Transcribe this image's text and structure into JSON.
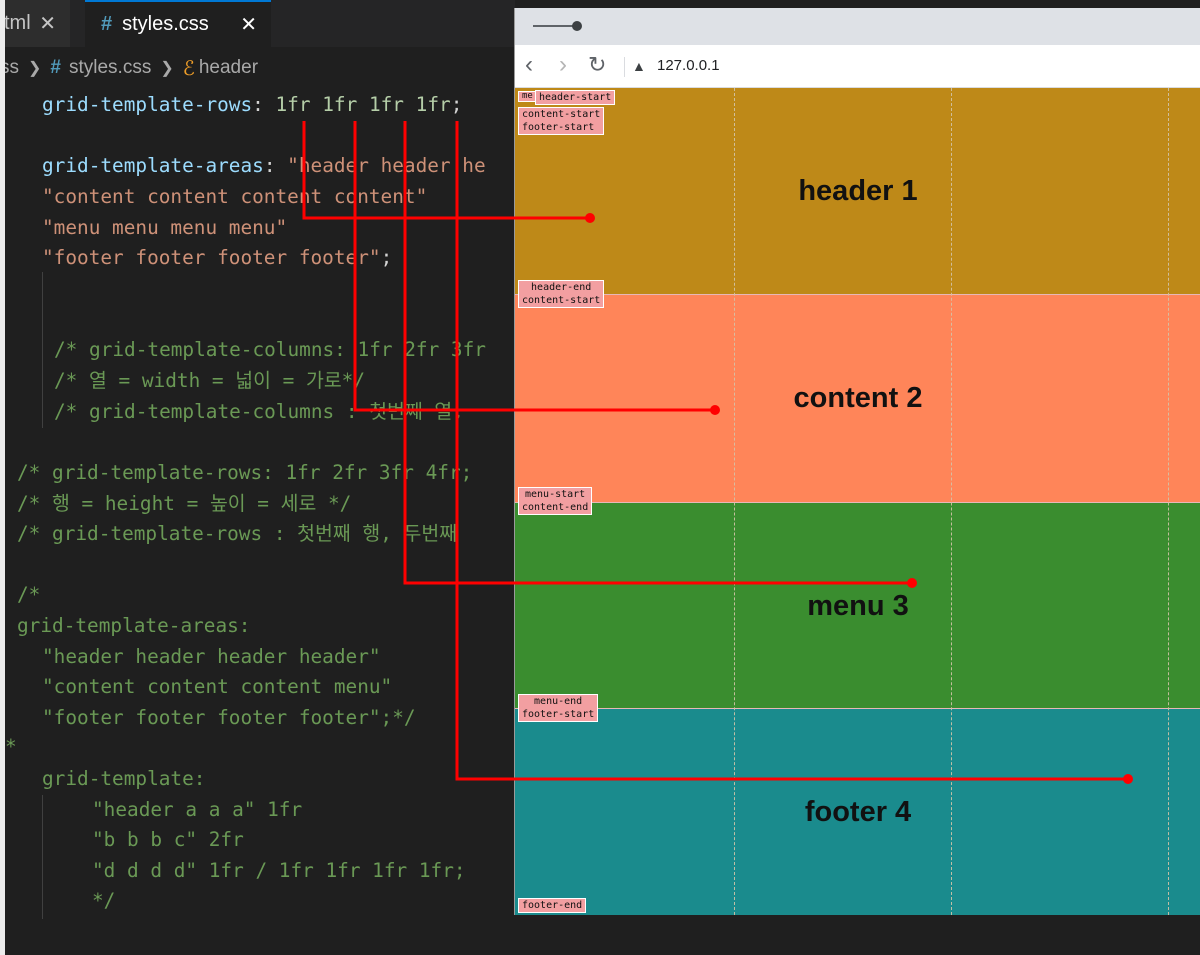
{
  "editor": {
    "tabs": [
      {
        "label": "tml",
        "close": "✕"
      },
      {
        "icon": "#",
        "label": "styles.css",
        "close": "✕"
      }
    ],
    "breadcrumb": {
      "first": "ss",
      "file_icon": "#",
      "file": "styles.css",
      "symbol": "header"
    },
    "code": {
      "l1": {
        "prop": "grid-template-rows",
        "colon": ": ",
        "v1": "1fr",
        "v2": "1fr",
        "v3": "1fr",
        "v4": "1fr",
        "end": ";"
      },
      "l2": {
        "prop": "grid-template-areas",
        "colon": ": ",
        "str": "\"header header he"
      },
      "l3": "\"content content content content\"",
      "l4": "\"menu menu menu menu\"",
      "l5": {
        "str": "\"footer footer footer footer\"",
        "end": ";"
      },
      "l6": "/* grid-template-columns: 1fr 2fr 3fr",
      "l7": "/* 열 = width = 넓이 = 가로*/",
      "l8": "/* grid-template-columns : 첫번째 열,",
      "l9": "/* grid-template-rows: 1fr 2fr 3fr 4fr;",
      "l10": "/* 행 = height = 높이 = 세로 */",
      "l11": "/* grid-template-rows : 첫번째 행, 두번째",
      "l12": "/*",
      "l13": "grid-template-areas:",
      "l14": "\"header header header header\"",
      "l15": "\"content content content menu\"",
      "l16": "\"footer footer footer footer\";*/",
      "l17": "*",
      "l18": "grid-template:",
      "l19": "\"header a a a\" 1fr",
      "l20": "\"b b b c\" 2fr",
      "l21": "\"d d d d\" 1fr / 1fr 1fr 1fr 1fr;",
      "l22": "*/"
    }
  },
  "browser": {
    "url": "127.0.0.1",
    "nav_icons": [
      "back-icon",
      "forward-icon",
      "reload-icon",
      "warning-icon"
    ],
    "grid_areas": [
      {
        "label": "header 1",
        "color": "#be8918"
      },
      {
        "label": "content 2",
        "color": "#ff8559"
      },
      {
        "label": "menu 3",
        "color": "#3a8d2f"
      },
      {
        "label": "footer 4",
        "color": "#1a8b8d"
      }
    ],
    "badges": {
      "b1_a": "me",
      "b1_b": "header-start",
      "b1_c": "content-start",
      "b1_d": "footer-start",
      "b2_a": "header-end",
      "b2_b": "content-start",
      "b3_a": "menu-start",
      "b3_b": "content-end",
      "b4_a": "menu-end",
      "b4_b": "footer-start",
      "b5_a": "footer-end"
    }
  },
  "annotation_color": "#ff0000"
}
